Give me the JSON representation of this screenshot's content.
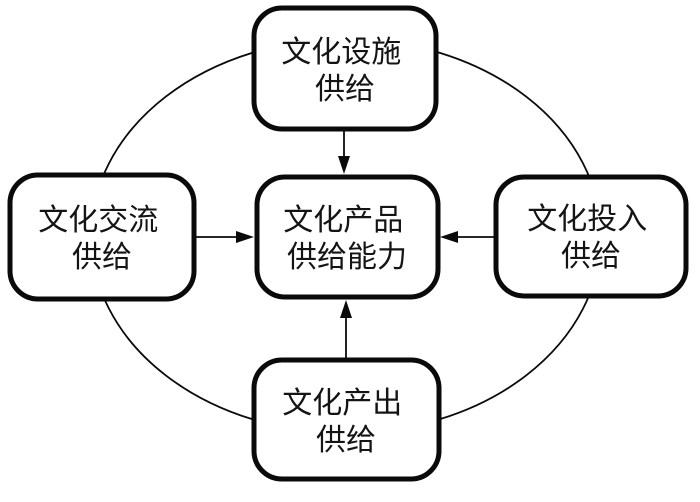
{
  "diagram": {
    "nodes": {
      "top": {
        "label_line1": "文化设施",
        "label_line2": "供给"
      },
      "left": {
        "label_line1": "文化交流",
        "label_line2": "供给"
      },
      "center": {
        "label_line1": "文化产品",
        "label_line2": "供给能力"
      },
      "right": {
        "label_line1": "文化投入",
        "label_line2": "供给"
      },
      "bottom": {
        "label_line1": "文化产出",
        "label_line2": "供给"
      }
    },
    "edges": [
      {
        "from": "top",
        "to": "center",
        "type": "arrow"
      },
      {
        "from": "left",
        "to": "center",
        "type": "arrow"
      },
      {
        "from": "right",
        "to": "center",
        "type": "arrow"
      },
      {
        "from": "bottom",
        "to": "center",
        "type": "arrow"
      },
      {
        "type": "ellipse-ring",
        "connects": [
          "top",
          "right",
          "bottom",
          "left"
        ]
      }
    ],
    "colors": {
      "background": "#ffffff",
      "box_fill": "#ffffff",
      "stroke": "#0a0a0a",
      "text": "#141414"
    }
  }
}
